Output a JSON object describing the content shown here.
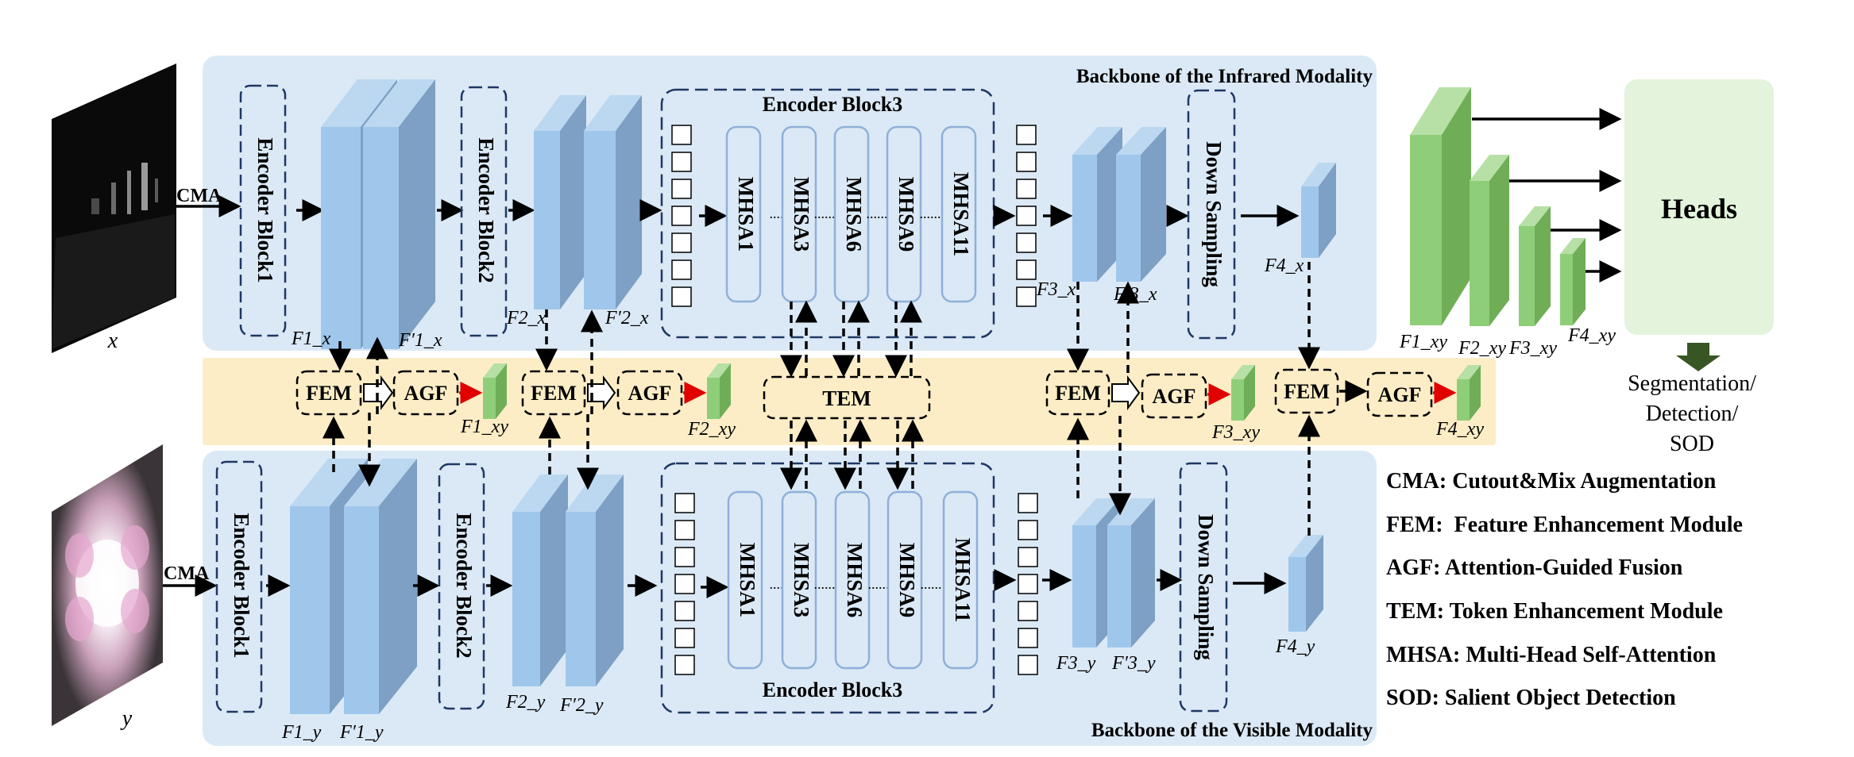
{
  "backbones": {
    "infrared_title": "Backbone of the Infrared Modality",
    "visible_title": "Backbone of the Visible Modality"
  },
  "inputs": {
    "x_label": "x",
    "y_label": "y",
    "cma": "CMA"
  },
  "blocks": {
    "encoder1": "Encoder Block1",
    "encoder2": "Encoder Block2",
    "encoder3": "Encoder Block3",
    "down_sampling": "Down Sampling",
    "mhsa": [
      "MHSA1",
      "MHSA3",
      "MHSA6",
      "MHSA9",
      "MHSA11"
    ],
    "dots": "......"
  },
  "fusion": {
    "fem": "FEM",
    "agf": "AGF",
    "tem": "TEM"
  },
  "feature_labels": {
    "f1x": "F1_x",
    "f1px": "F′1_x",
    "f2x": "F2_x",
    "f2px": "F′2_x",
    "f3x": "F3_x",
    "f3px": "F′3_x",
    "f4x": "F4_x",
    "f1y": "F1_y",
    "f1py": "F′1_y",
    "f2y": "F2_y",
    "f2py": "F′2_y",
    "f3y": "F3_y",
    "f3py": "F′3_y",
    "f4y": "F4_y",
    "f1xy": "F1_xy",
    "f2xy": "F2_xy",
    "f3xy": "F3_xy",
    "f4xy": "F4_xy"
  },
  "heads": {
    "title": "Heads",
    "output_line1": "Segmentation/",
    "output_line2": "Detection/",
    "output_line3": "SOD"
  },
  "legend": [
    "CMA: Cutout&Mix Augmentation",
    "FEM:  Feature Enhancement Module",
    "AGF: Attention-Guided Fusion",
    "TEM: Token Enhancement Module",
    "MHSA: Multi-Head Self-Attention",
    "SOD: Salient Object Detection"
  ],
  "colors": {
    "backbone_bg": "#dbe9f6",
    "fusion_bg": "#fcedc6",
    "heads_bg": "#e3f3dc",
    "feature_front": "#9fc7ec",
    "feature_side": "#7da0c4",
    "fused_green": "#8fce78",
    "dashed_navy": "#1f3864",
    "red_arrow": "#e00000",
    "output_arrow": "#375623"
  }
}
